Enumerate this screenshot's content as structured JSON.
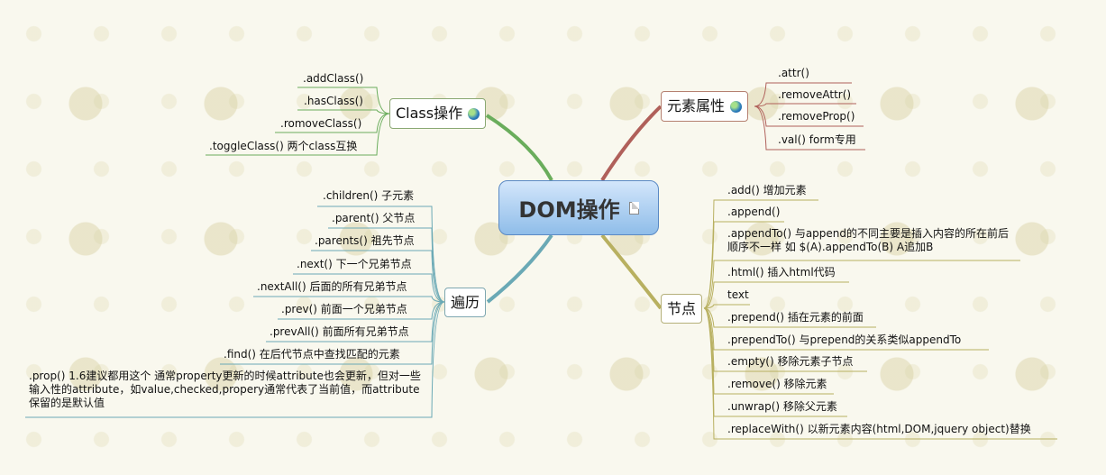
{
  "central": {
    "label": "DOM操作"
  },
  "topics": {
    "class": {
      "label": "Class操作"
    },
    "attr": {
      "label": "元素属性"
    },
    "traverse": {
      "label": "遍历"
    },
    "node": {
      "label": "节点"
    }
  },
  "class_items": [
    ".addClass()",
    ".hasClass()",
    ".romoveClass()",
    ".toggleClass() 两个class互换"
  ],
  "attr_items": [
    ".attr()",
    ".removeAttr()",
    ".removeProp()",
    ".val() form专用"
  ],
  "traverse_items": [
    ".children() 子元素",
    ".parent() 父节点",
    ".parents() 祖先节点",
    ".next() 下一个兄弟节点",
    ".nextAll() 后面的所有兄弟节点",
    ".prev() 前面一个兄弟节点",
    ".prevAll() 前面所有兄弟节点",
    ".find() 在后代节点中查找匹配的元素",
    ".prop() 1.6建议都用这个 通常property更新的时候attribute也会更新，但对一些输入性的attribute，如value,checked,propery通常代表了当前值，而attribute保留的是默认值"
  ],
  "node_items": [
    ".add() 增加元素",
    ".append()",
    ".appendTo() 与append的不同主要是插入内容的所在前后顺序不一样 如 $(A).appendTo(B) A追加B",
    ".html() 插入html代码",
    "text",
    ".prepend() 插在元素的前面",
    ".prependTo() 与prepend的关系类似appendTo",
    ".empty() 移除元素子节点",
    ".remove() 移除元素",
    ".unwrap() 移除父元素",
    ".replaceWith() 以新元素内容(html,DOM,jquery object)替换"
  ],
  "colors": {
    "class_branch": "#6aad5c",
    "attr_branch": "#b0605a",
    "traverse_branch": "#6aa9b5",
    "node_branch": "#b8b060",
    "central_fill": "#a8cdf2"
  }
}
